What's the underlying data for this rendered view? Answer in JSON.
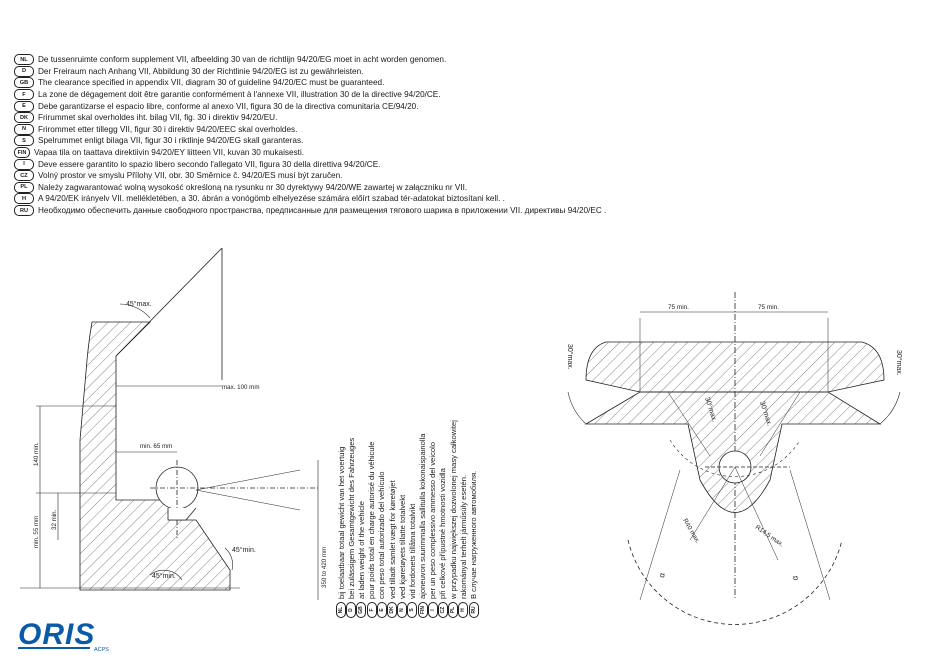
{
  "statements": [
    {
      "code": "NL",
      "text": "De tussenruimte conform supplement VII, afbeelding 30 van de richtlijn 94/20/EG moet in acht worden genomen."
    },
    {
      "code": "D",
      "text": "Der Freiraum nach Anhang VII, Abbildung 30 der Richtlinie 94/20/EG ist zu gewährleisten."
    },
    {
      "code": "GB",
      "text": "The clearance specified in appendix VII, diagram 30 of guideline 94/20/EC must be guaranteed."
    },
    {
      "code": "F",
      "text": "La zone de dégagement doit être garantie conformément à l'annexe VII, illustration 30 de la directive 94/20/CE."
    },
    {
      "code": "E",
      "text": "Debe garantizarse el espacio libre, conforme al anexo VII, figura 30 de la directiva comunitaria CE/94/20."
    },
    {
      "code": "DK",
      "text": "Frirummet skal overholdes iht. bilag VII, fig. 30 i direktiv 94/20/EU."
    },
    {
      "code": "N",
      "text": "Frirommet etter tillegg VII, figur 30 i direktiv 94/20/EEC skal overholdes."
    },
    {
      "code": "S",
      "text": "Spelrummet enligt bilaga VII, figur 30 i riktlinje 94/20/EG skall garanteras."
    },
    {
      "code": "FIN",
      "text": "Vapaa tila on taattava direktiivin 94/20/EY liitteen VII, kuvan 30 mukaisesti."
    },
    {
      "code": "I",
      "text": "Deve essere garantito lo spazio libero secondo l'allegato VII, figura 30 della direttiva 94/20/CE."
    },
    {
      "code": "CZ",
      "text": "Volný prostor ve smyslu Přílohy VII, obr. 30 Směrnice č. 94/20/ES musí být zaručen."
    },
    {
      "code": "PL",
      "text": "Należy zagwarantować wolną wysokość określoną na rysunku nr 30 dyrektywy 94/20/WE zawartej w załączniku nr VII."
    },
    {
      "code": "H",
      "text": "A 94/20/EK irányelv VII. mellékletében, a 30. ábrán a vonógömb elhelyezése számára előírt szabad tér-adatokat biztosítani kell.                ."
    },
    {
      "code": "RU",
      "text": "Необходимо обеспечить данные свободного пространства, предписанные для размещения тягового шарика в приложении VII. директивы 94/20/EC ."
    }
  ],
  "load_notes": [
    {
      "code": "NL",
      "text": "bij toelaatbaar totaal gewicht van het voertuig"
    },
    {
      "code": "D",
      "text": "bei zulässigem Gesamtgewicht des Fahrzeuges"
    },
    {
      "code": "GB",
      "text": "at laden weight of the vehicle"
    },
    {
      "code": "F",
      "text": "pour poids total en charge autorisé du véhicule"
    },
    {
      "code": "E",
      "text": "con peso total autorizado del vehículo"
    },
    {
      "code": "DK",
      "text": "ved tilladt samlet vægt for køretøjet"
    },
    {
      "code": "N",
      "text": "ved kjøretøyets tillatte totalvekt"
    },
    {
      "code": "S",
      "text": "vid fordonets tillåtna totalvikt"
    },
    {
      "code": "FIN",
      "text": "ajoneuvon suurimmalla sallitulla kokonaispainolla"
    },
    {
      "code": "I",
      "text": "per un peso complessivo ammesso del veicolo"
    },
    {
      "code": "CZ",
      "text": "při celkové přípustné hmotnosti vozidla"
    },
    {
      "code": "PL",
      "text": "w przypadku największej dozwolonej masy całkowitej"
    },
    {
      "code": "H",
      "text": "rakományal terhelt járműsúly esetén."
    },
    {
      "code": "RU",
      "text": "В случае нагруженного автомобиля."
    }
  ],
  "left_diagram": {
    "angle_top": "45°max.",
    "max_100": "max. 100 mm",
    "min_65": "min. 65 mm",
    "min_140": "140 min.",
    "min_55": "min. 55 mm",
    "min_32": "32 min.",
    "angle_right": "45°min.",
    "angle_bottom": "45°min.",
    "height_range": "350 to 420 mm"
  },
  "right_diagram": {
    "left_75": "75 min.",
    "right_75": "75 min.",
    "angle_outer_left": "30°max.",
    "angle_outer_right": "30°max.",
    "angle_inner_left": "30°max.",
    "angle_inner_right": "30°max.",
    "radius_40": "R40 max.",
    "radius_145": "R14,5 max.",
    "alpha_left": "α",
    "alpha_right": "α"
  },
  "logo": {
    "brand": "ORIS",
    "sub": "ACPS",
    "color": "#0a5aa8"
  }
}
